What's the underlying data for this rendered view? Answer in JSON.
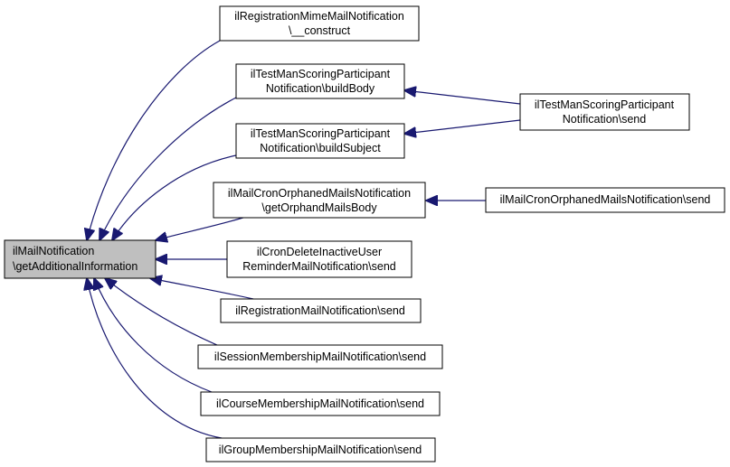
{
  "diagram": {
    "kind": "call-graph",
    "colors": {
      "edge": "#191970",
      "node_border": "#000000",
      "node_fill": "#ffffff",
      "focus_fill": "#bfbfbf",
      "text": "#000000"
    },
    "focus_node": {
      "id": "focus",
      "lines": [
        "ilMailNotification",
        "\\getAdditionalInformation"
      ]
    },
    "nodes": [
      {
        "id": "n1",
        "lines": [
          "ilRegistrationMimeMailNotification",
          "\\__construct"
        ]
      },
      {
        "id": "n2",
        "lines": [
          "ilTestManScoringParticipant",
          "Notification\\buildBody"
        ]
      },
      {
        "id": "n3",
        "lines": [
          "ilTestManScoringParticipant",
          "Notification\\buildSubject"
        ]
      },
      {
        "id": "n4",
        "lines": [
          "ilMailCronOrphanedMailsNotification",
          "\\getOrphandMailsBody"
        ]
      },
      {
        "id": "n5",
        "lines": [
          "ilCronDeleteInactiveUser",
          "ReminderMailNotification\\send"
        ]
      },
      {
        "id": "n6",
        "lines": [
          "ilRegistrationMailNotification\\send"
        ]
      },
      {
        "id": "n7",
        "lines": [
          "ilSessionMembershipMailNotification\\send"
        ]
      },
      {
        "id": "n8",
        "lines": [
          "ilCourseMembershipMailNotification\\send"
        ]
      },
      {
        "id": "n9",
        "lines": [
          "ilGroupMembershipMailNotification\\send"
        ]
      },
      {
        "id": "n10",
        "lines": [
          "ilTestManScoringParticipant",
          "Notification\\send"
        ]
      },
      {
        "id": "n11",
        "lines": [
          "ilMailCronOrphanedMailsNotification\\send"
        ]
      }
    ],
    "edges": [
      {
        "from": "n1",
        "to": "focus"
      },
      {
        "from": "n2",
        "to": "focus"
      },
      {
        "from": "n3",
        "to": "focus"
      },
      {
        "from": "n4",
        "to": "focus"
      },
      {
        "from": "n5",
        "to": "focus"
      },
      {
        "from": "n6",
        "to": "focus"
      },
      {
        "from": "n7",
        "to": "focus"
      },
      {
        "from": "n8",
        "to": "focus"
      },
      {
        "from": "n9",
        "to": "focus"
      },
      {
        "from": "n10",
        "to": "n2"
      },
      {
        "from": "n10",
        "to": "n3"
      },
      {
        "from": "n11",
        "to": "n4"
      }
    ]
  }
}
